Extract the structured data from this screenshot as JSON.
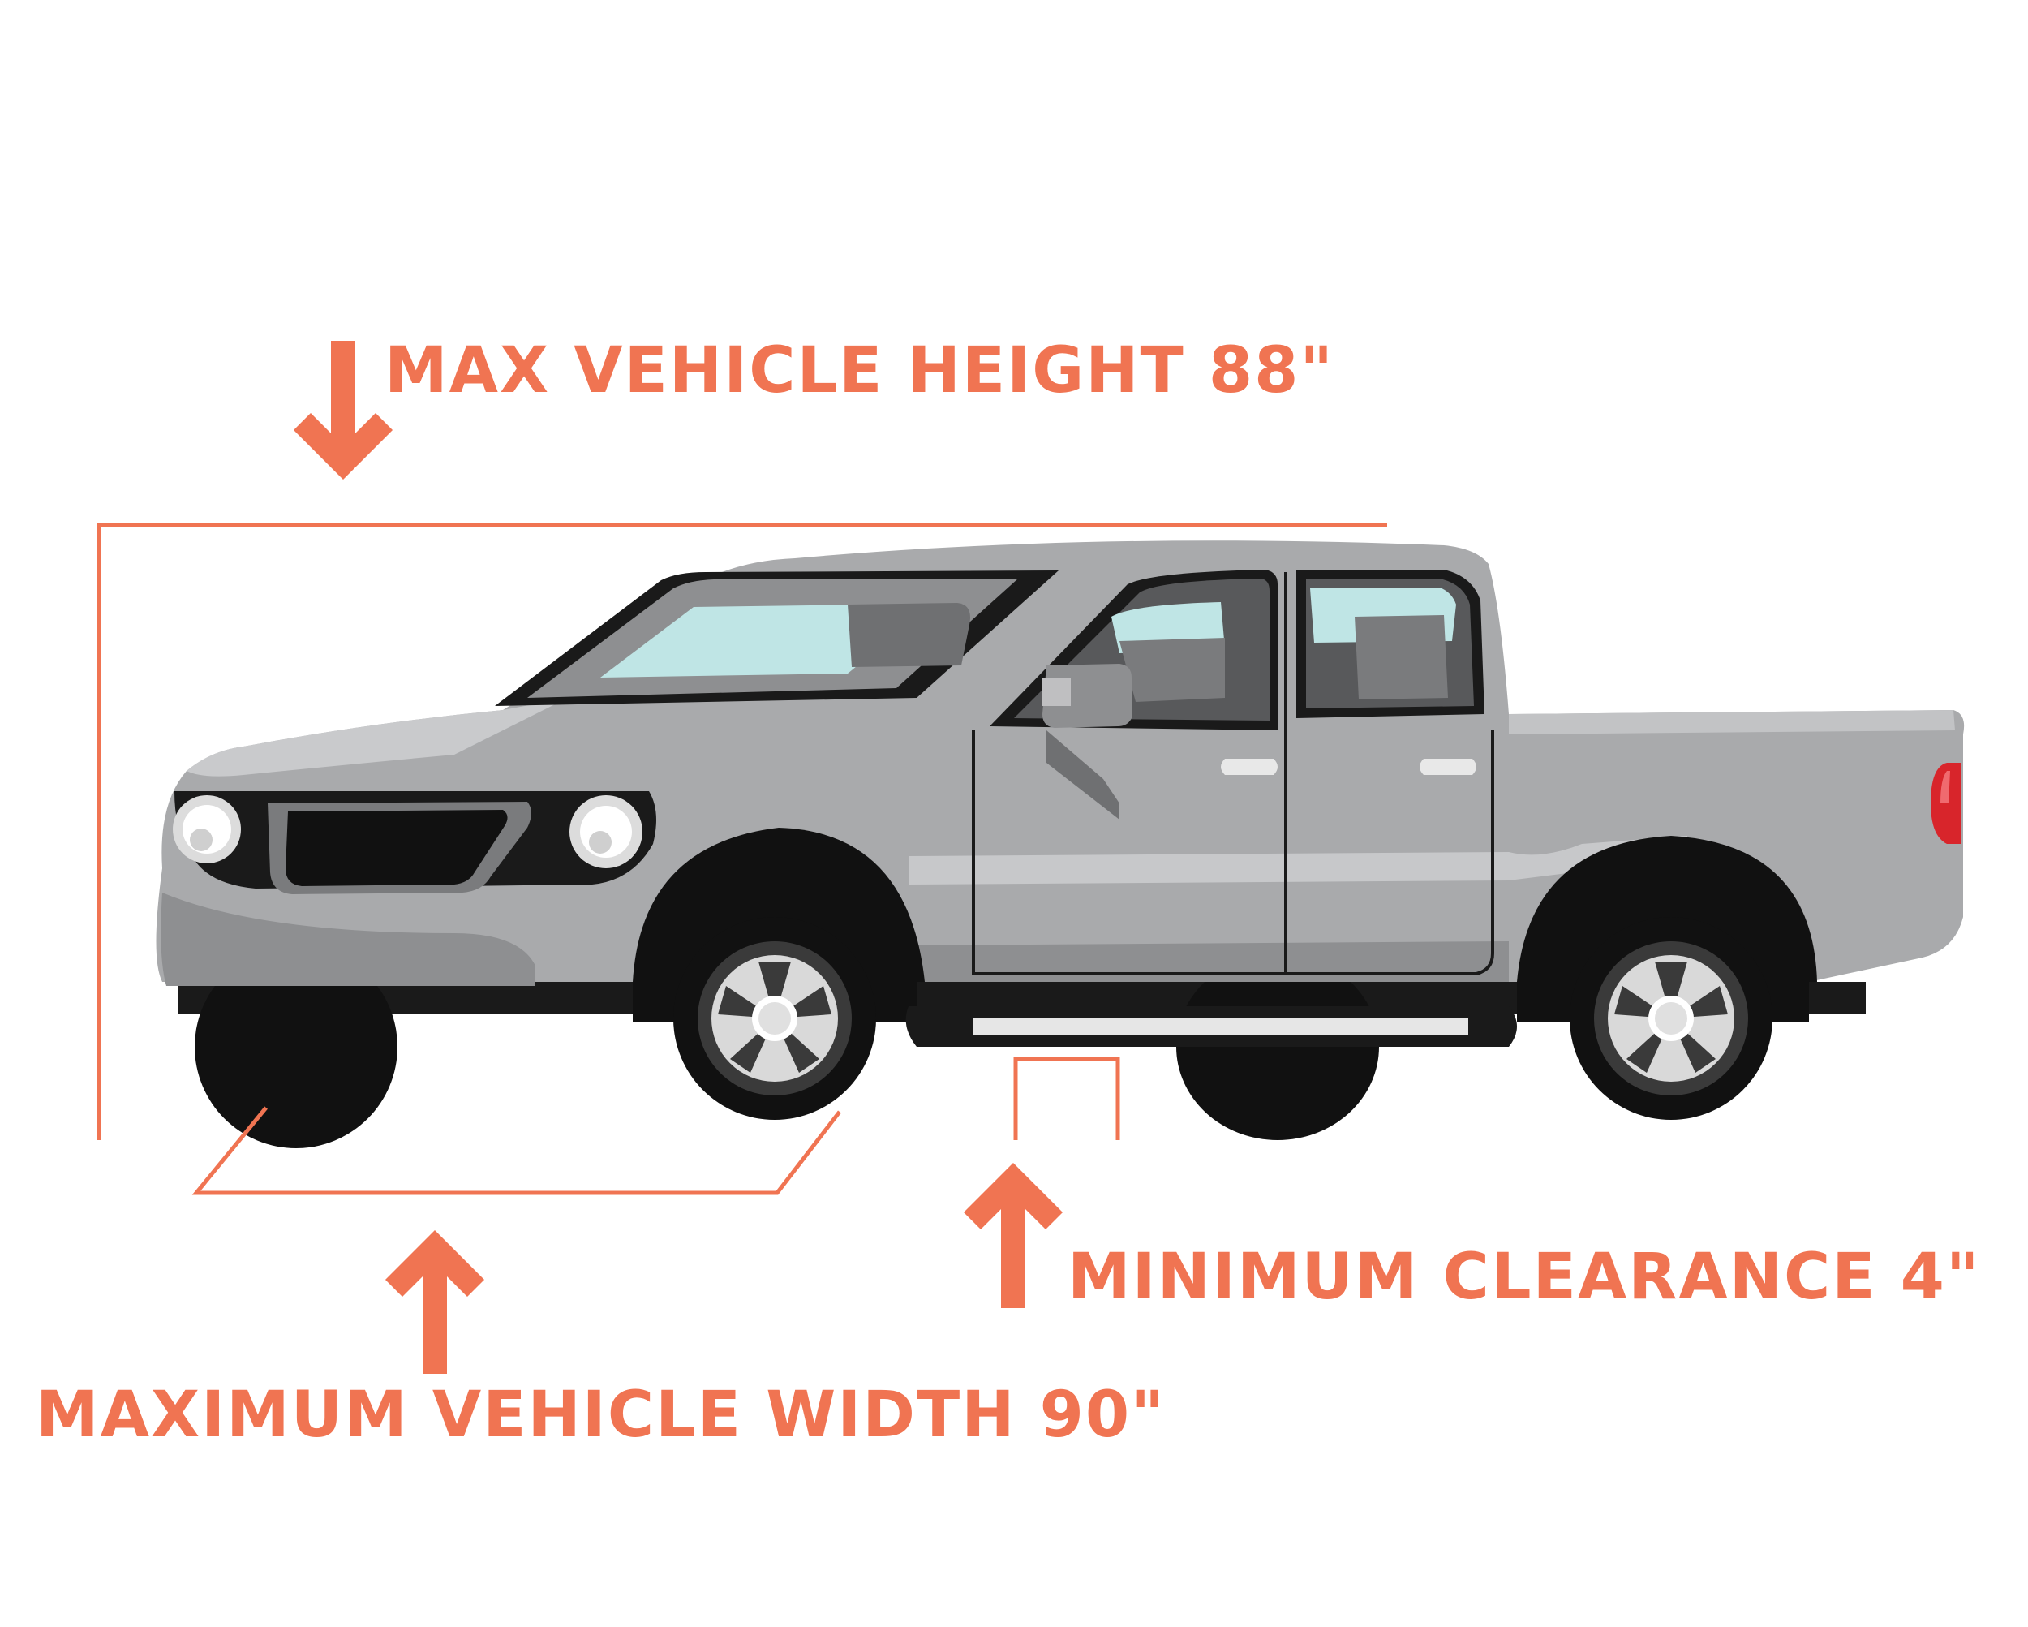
{
  "colors": {
    "accent": "#F07452",
    "body": "#A9AAAC",
    "body_light": "#C2C3C5",
    "body_dark": "#7B7C7E",
    "glass": "#BFE5E5",
    "tire": "#121212",
    "taillight": "#D8252B"
  },
  "labels": {
    "height": "MAX VEHICLE HEIGHT 88\"",
    "clearance": "MINIMUM CLEARANCE 4\"",
    "width": "MAXIMUM VEHICLE WIDTH 90\""
  },
  "icons": {
    "height_arrow": "arrow-down-icon",
    "clearance_arrow": "arrow-up-icon",
    "width_arrow": "arrow-up-icon",
    "vehicle": "pickup-truck-icon"
  }
}
